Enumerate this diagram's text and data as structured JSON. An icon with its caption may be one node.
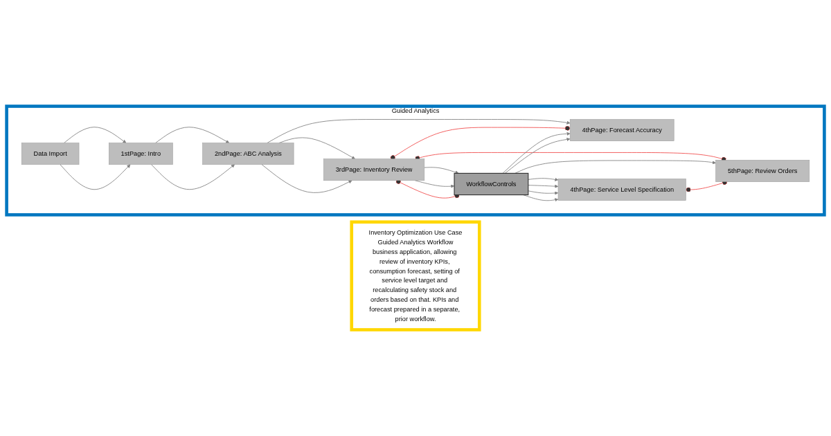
{
  "diagram": {
    "nodes": [
      {
        "text": [
          "Inventory Optimization Use Case",
          "Guided Analytics Workflow",
          "business application, allowing review of inventory KPIs, consumption forecast, setting of service level target and recalculating safety stock and orders based on that. KPIs and forecast prepared in a separate, prior workflow."
        ]
      },
      {
        "text": [
          "Guided Analytics"
        ]
      },
      {
        "text": [
          "Data Import"
        ],
        "in": 1
      },
      {
        "text": [
          "1stPage: Intro"
        ],
        "in": 1
      },
      {
        "text": [
          "2ndPage: ABC Analysis"
        ],
        "in": 1
      },
      {
        "text": [
          "3rdPage: Inventory Review"
        ],
        "in": 1
      },
      {
        "text": [
          "WorkflowControls"
        ],
        "in": 1
      },
      {
        "text": [
          "4thPage: Forecast Accuracy"
        ],
        "in": 1
      },
      {
        "text": [
          "4thPage: Service Level Specification"
        ],
        "in": 1
      },
      {
        "text": [
          "5thPage: Review Orders"
        ],
        "in": 1
      }
    ],
    "edges": [
      {
        "from": 2,
        "to": 3,
        "arrow": "to"
      },
      {
        "from": 2,
        "to": 3,
        "arrow": "to"
      },
      {
        "from": 3,
        "to": 4,
        "arrow": "to"
      },
      {
        "from": 3,
        "to": 4,
        "arrow": "to"
      },
      {
        "from": 4,
        "to": 7,
        "arrow": "to"
      },
      {
        "from": 4,
        "to": 5,
        "arrow": "to"
      },
      {
        "from": 4,
        "to": 5,
        "arrow": "to"
      },
      {
        "from": 5,
        "to": 6,
        "arrow": "to"
      },
      {
        "from": 5,
        "to": 6,
        "arrow": "to"
      },
      {
        "from": 5,
        "to": 6,
        "arrow": "other",
        "color": "#f04848"
      },
      {
        "from": 5,
        "to": 7,
        "arrow": "other",
        "color": "#f04848"
      },
      {
        "from": 5,
        "to": 9,
        "arrow": "other",
        "color": "#f04848"
      },
      {
        "from": 6,
        "to": 7,
        "arrow": "to"
      },
      {
        "from": 6,
        "to": 7,
        "arrow": "to"
      },
      {
        "from": 6,
        "to": 8,
        "arrow": "to"
      },
      {
        "from": 6,
        "to": 9,
        "arrow": "to"
      },
      {
        "from": 6,
        "to": 8,
        "arrow": "to"
      },
      {
        "from": 6,
        "to": 8,
        "arrow": "to"
      },
      {
        "from": 6,
        "to": 8,
        "arrow": "to"
      },
      {
        "from": 8,
        "to": 9,
        "arrow": "other",
        "color": "#f04848"
      }
    ]
  }
}
